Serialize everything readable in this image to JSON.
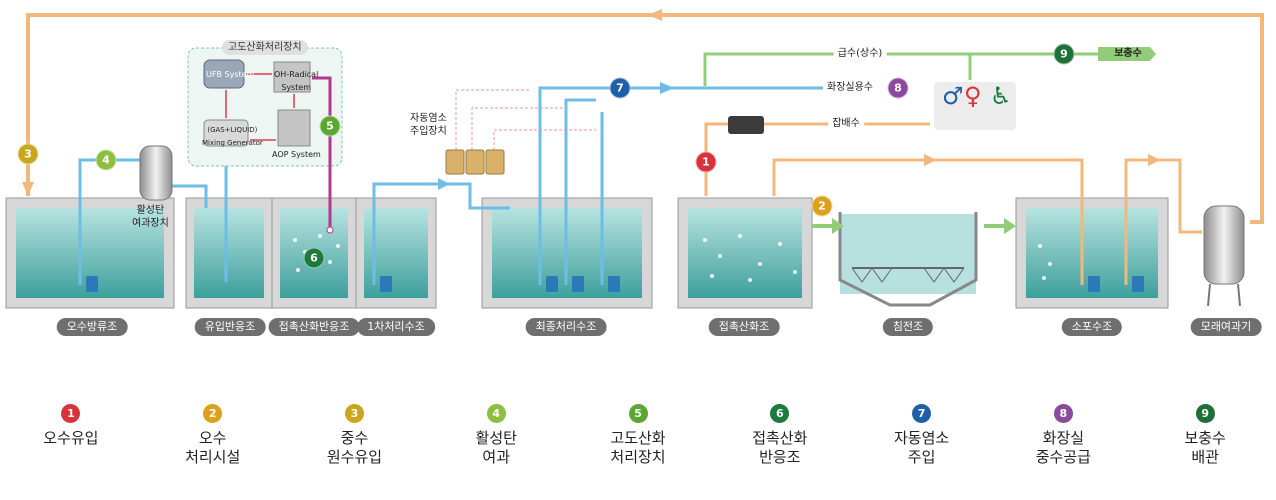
{
  "colors": {
    "return_line": "#f0b87a",
    "water_line": "#6ebde6",
    "supply_line": "#93cc79",
    "chlorine_line": "#e89a9a",
    "ozone_line": "#b3398f",
    "n1": "#d9323c",
    "n2": "#dea01f",
    "n3": "#c9a61c",
    "n4": "#8cbf3f",
    "n5": "#5aa832",
    "n6": "#1b7a3c",
    "n7": "#1f5fa8",
    "n8": "#8b4a9c",
    "n9": "#1f6f38"
  },
  "tanks": [
    {
      "id": "oswabangryujo",
      "label": "오수방류조"
    },
    {
      "id": "yuipbaneungjo",
      "label": "유입반응조"
    },
    {
      "id": "jeopchoksanhwabaneungjo",
      "label": "접촉산화반응조"
    },
    {
      "id": "chacheori",
      "label": "1차처리수조"
    },
    {
      "id": "choejong",
      "label": "최종처리수조"
    },
    {
      "id": "jeopchoksanhwajo",
      "label": "접촉산화조"
    },
    {
      "id": "chimjeonjo",
      "label": "침전조"
    },
    {
      "id": "sopo",
      "label": "소포수조"
    },
    {
      "id": "moraeyeogwagi",
      "label": "모래여과기"
    }
  ],
  "equipment": {
    "advanced_box_title": "고도산화처리장치",
    "ufb": "UFB System",
    "oh_radical": "OH-Radical\nSystem",
    "mixing": "(GAS+LIQUID)\nMixing Generator",
    "aop": "AOP System",
    "activated_carbon": "활성탄\n여과장치",
    "chlorine_injector": "자동염소\n주입장치"
  },
  "flows": {
    "supply": "급수(상수)",
    "toilet_water": "화장실용수",
    "misc_drain": "잡배수",
    "makeup": "보충수"
  },
  "legend": [
    {
      "num": "1",
      "text": "오수유입"
    },
    {
      "num": "2",
      "text": "오수\n처리시설"
    },
    {
      "num": "3",
      "text": "중수\n원수유입"
    },
    {
      "num": "4",
      "text": "활성탄\n여과"
    },
    {
      "num": "5",
      "text": "고도산화\n처리장치"
    },
    {
      "num": "6",
      "text": "접촉산화\n반응조"
    },
    {
      "num": "7",
      "text": "자동염소\n주입"
    },
    {
      "num": "8",
      "text": "화장실\n중수공급"
    },
    {
      "num": "9",
      "text": "보충수\n배관"
    }
  ]
}
